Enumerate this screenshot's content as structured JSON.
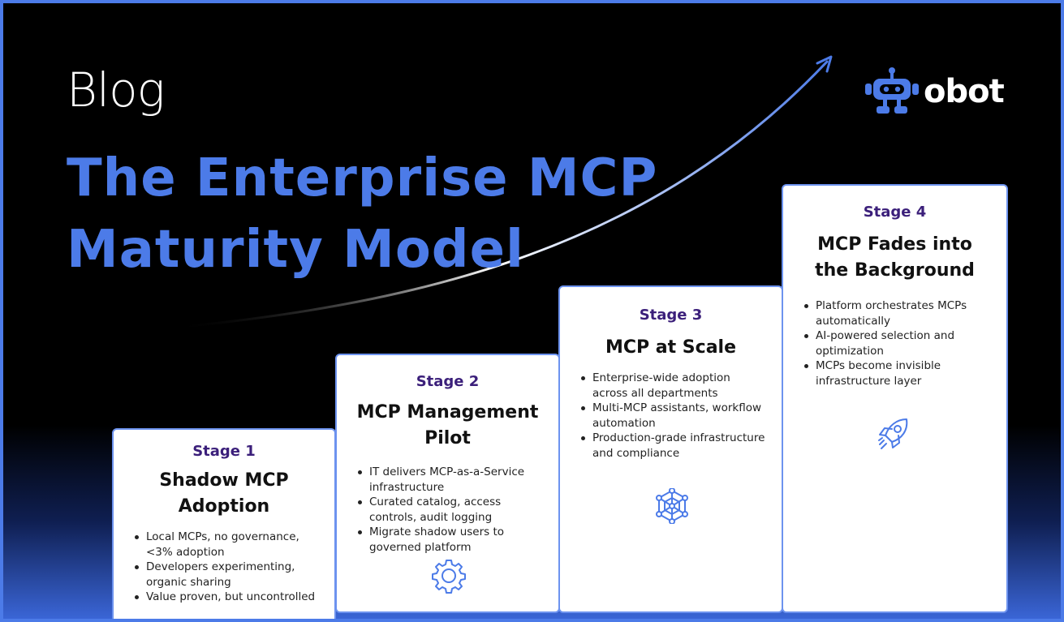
{
  "header": {
    "blog_label": "Blog",
    "title_line1": "The Enterprise MCP",
    "title_line2": "Maturity Model"
  },
  "brand": {
    "logo_text": "obot",
    "logo_icon": "robot-icon"
  },
  "colors": {
    "accent": "#4c7be8",
    "stage_label": "#3b1f7a",
    "card_border": "#6d93ef",
    "background": "#000000"
  },
  "stages": [
    {
      "label": "Stage 1",
      "title_line1": "Shadow MCP",
      "title_line2": "Adoption",
      "bullets": [
        "Local MCPs, no governance, <3% adoption",
        "Developers experimenting, organic sharing",
        "Value proven, but uncontrolled"
      ],
      "icon": "gear-icon"
    },
    {
      "label": "Stage 2",
      "title_line1": "MCP Management",
      "title_line2": "Pilot",
      "bullets": [
        "IT delivers MCP-as-a-Service infrastructure",
        "Curated catalog, access controls, audit logging",
        "Migrate shadow users to governed platform"
      ],
      "icon": "gear-icon"
    },
    {
      "label": "Stage 3",
      "title_line1": "MCP at Scale",
      "title_line2": "",
      "bullets": [
        "Enterprise-wide adoption across all departments",
        "Multi-MCP assistants, workflow automation",
        "Production-grade infrastructure and compliance"
      ],
      "icon": "network-icon"
    },
    {
      "label": "Stage 4",
      "title_line1": "MCP Fades into",
      "title_line2": "the Background",
      "bullets": [
        "Platform orchestrates MCPs automatically",
        "AI-powered selection and optimization",
        "MCPs become invisible infrastructure layer"
      ],
      "icon": "rocket-icon"
    }
  ]
}
